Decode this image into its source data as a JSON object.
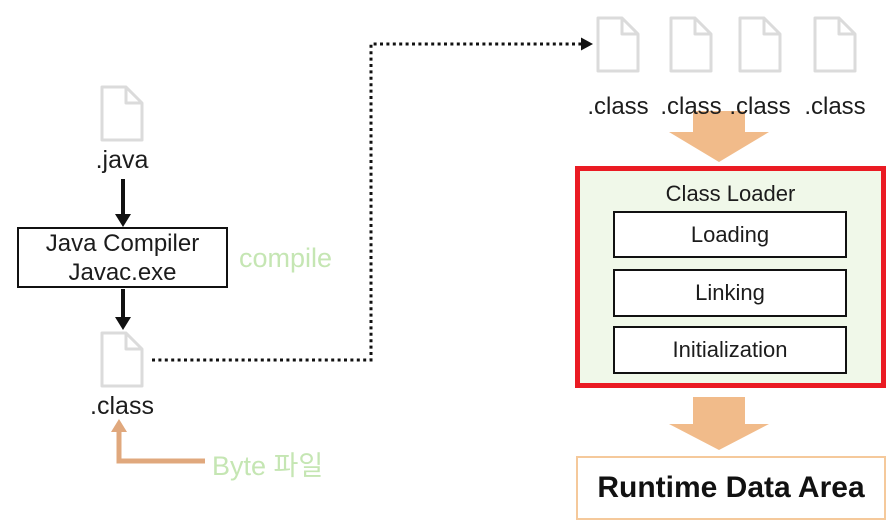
{
  "left_flow": {
    "java_file_label": ".java",
    "compiler_line1": "Java Compiler",
    "compiler_line2": "Javac.exe",
    "compile_label": "compile",
    "class_file_label": ".class",
    "byte_file_label": "Byte 파일"
  },
  "right_flow": {
    "class_files": [
      ".class",
      ".class",
      ".class",
      ".class"
    ],
    "class_loader": {
      "title": "Class Loader",
      "stages": [
        "Loading",
        "Linking",
        "Initialization"
      ]
    },
    "runtime_label": "Runtime Data Area"
  },
  "colors": {
    "red_border": "#ea1b23",
    "loader_background": "#f0f8e9",
    "block_arrow_orange": "#f1bb8a",
    "byte_arrow_tan": "#e0a87d",
    "light_green_text": "#c5e6b3",
    "runtime_border": "#f5c99b",
    "file_icon_stroke": "#dbdbdb",
    "connector_black": "#111111"
  }
}
